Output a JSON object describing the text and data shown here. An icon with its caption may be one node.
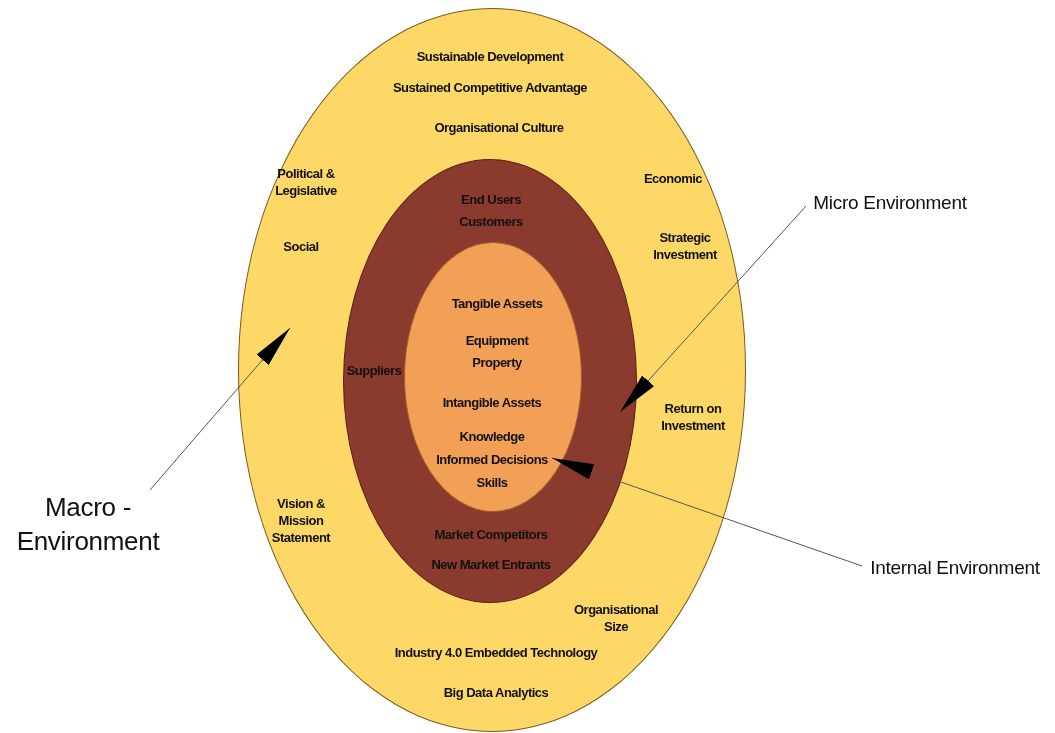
{
  "diagram": {
    "nodes": [
      {
        "text": [
          "Sustainable Development",
          "Sustained Competitive Advantage",
          "Organisational Culture",
          "Political & Legislative",
          "Economic",
          "Social",
          "Strategic Investment",
          "Return on Investment",
          "Vision & Mission Statement",
          "Organisational Size",
          "Industry 4.0 Embedded Technology",
          "Big Data Analytics"
        ]
      },
      {
        "text": [
          "End Users",
          "Customers",
          "Suppliers",
          "Market Competitors",
          "New Market Entrants"
        ],
        "in": 0
      },
      {
        "text": [
          "Tangible Assets",
          "Equipment",
          "Property",
          "Intangible Assets",
          "Knowledge",
          "Informed Decisions",
          "Skills"
        ],
        "in": 1
      },
      {
        "text": [
          "Macro - Environment"
        ]
      },
      {
        "text": [
          "Micro Environment"
        ]
      },
      {
        "text": [
          "Internal Environment"
        ]
      }
    ],
    "edges": [
      {
        "from": 3,
        "to": 0,
        "arrow": "to"
      },
      {
        "from": 4,
        "to": 1,
        "arrow": "to"
      },
      {
        "from": 5,
        "to": 2,
        "arrow": "to"
      }
    ]
  }
}
